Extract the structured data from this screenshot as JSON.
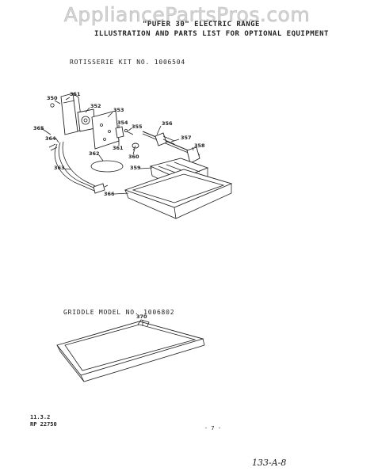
{
  "watermark": "AppliancePartsPros.com",
  "header": {
    "title_line1": "\"PUFER 30\" ELECTRIC RANGE",
    "title_line2": "ILLUSTRATION AND PARTS LIST FOR OPTIONAL EQUIPMENT"
  },
  "sections": {
    "rotisserie": {
      "title": "ROTISSERIE KIT NO. 1006504"
    },
    "griddle": {
      "title": "GRIDDLE MODEL NO. 1006802"
    }
  },
  "callouts": {
    "rotisserie": [
      "350",
      "351",
      "352",
      "353",
      "354",
      "355",
      "356",
      "357",
      "358",
      "359",
      "360",
      "361",
      "362",
      "363",
      "364",
      "365",
      "366"
    ],
    "griddle": [
      "370"
    ]
  },
  "footer": {
    "code_line1": "11.3.2",
    "code_line2": "RP 22750",
    "page": "- 7 -",
    "handwritten": "133-A-8"
  }
}
